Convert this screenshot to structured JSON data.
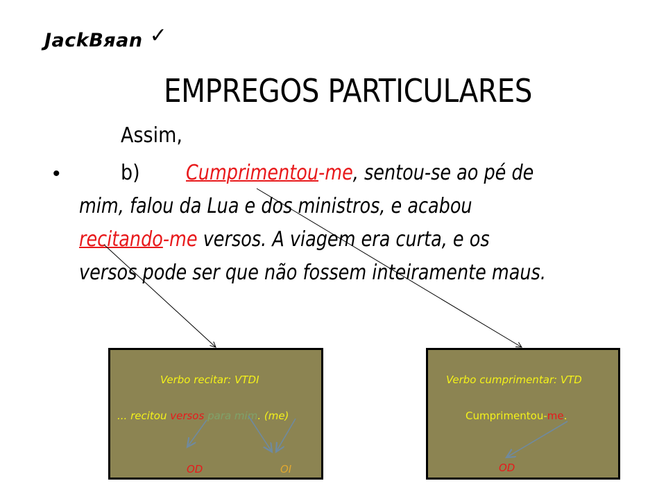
{
  "logo": {
    "text": "JackBran",
    "display": "JасkВяаn",
    "check_glyph": "✓",
    "check_icon": "checkmark-icon"
  },
  "title": "EMPREGOS PARTICULARES",
  "intro": "Assim,",
  "paragraph": {
    "bullet": "•",
    "label": "b)",
    "lines": [
      {
        "segments": [
          {
            "text": "Cumprimentou",
            "style": "red-underline"
          },
          {
            "text": "-me",
            "style": "red"
          },
          {
            "text": ", sentou-se ao pé de",
            "style": "black"
          }
        ]
      },
      {
        "segments": [
          {
            "text": "mim, falou da Lua e dos ministros, e acabou",
            "style": "black"
          }
        ]
      },
      {
        "segments": [
          {
            "text": "recitando",
            "style": "red-underline"
          },
          {
            "text": "-me",
            "style": "red"
          },
          {
            "text": " versos. A viagem era curta, e os",
            "style": "black"
          }
        ]
      },
      {
        "segments": [
          {
            "text": "versos pode ser que não fossem inteiramente maus.",
            "style": "black"
          }
        ]
      }
    ]
  },
  "boxes": {
    "left": {
      "heading": "Verbo recitar: VTDI",
      "example": {
        "prefix": "... recitou ",
        "od": "versos",
        "space": " ",
        "oi_phrase": "para mim",
        "suffix": ". (me)"
      },
      "labels": {
        "od": "OD",
        "oi": "OI"
      }
    },
    "right": {
      "heading": "Verbo cumprimentar: VTD",
      "example": {
        "verb": "Cumprimentou-",
        "od": "me",
        "suffix": "."
      },
      "labels": {
        "od": "OD"
      }
    }
  },
  "colors": {
    "red": "#e8191b",
    "box_fill": "#8c8452",
    "box_border": "#000000",
    "yellow_text": "#f4f21a",
    "green_text": "#7fa26a",
    "orange_text": "#e0a830",
    "arrow_blue_gray": "#6f8aa0"
  }
}
